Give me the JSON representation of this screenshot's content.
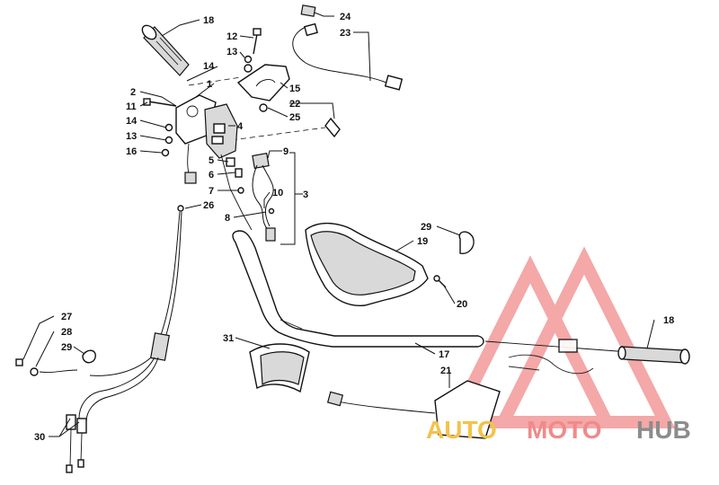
{
  "callouts": [
    "18",
    "12",
    "13",
    "14",
    "1",
    "2",
    "11",
    "14",
    "13",
    "16",
    "24",
    "23",
    "15",
    "25",
    "22",
    "4",
    "9",
    "5",
    "6",
    "7",
    "3",
    "10",
    "8",
    "26",
    "29",
    "19",
    "20",
    "27",
    "28",
    "29",
    "30",
    "31",
    "17",
    "21",
    "18"
  ],
  "watermark": {
    "part1": "AUTO",
    "part2": "MOTO",
    "part3": "HUB",
    "colors": {
      "red": "#f08a8a",
      "gray": "#8c8c8c",
      "yellow": "#f3c24a"
    }
  }
}
